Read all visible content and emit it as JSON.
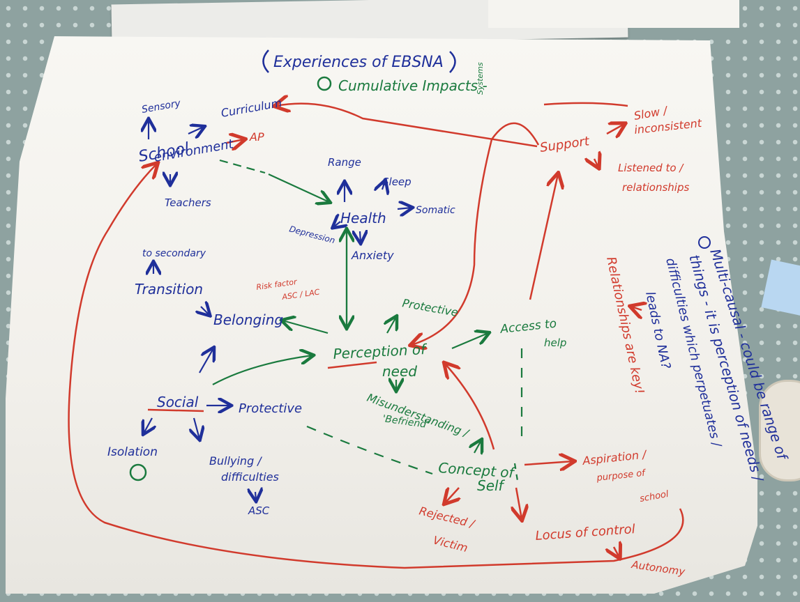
{
  "diagram": {
    "title": "Experiences of EBSNA",
    "subtitle": "Cumulative Impacts -",
    "subtitle_note": "Systems",
    "nodes": {
      "sensory": "Sensory",
      "curriculum": "Curriculum",
      "school_environment_1": "School",
      "school_environment_2": "environment",
      "ap": "AP",
      "teachers": "Teachers",
      "range": "Range",
      "sleep": "Sleep",
      "health": "Health",
      "somatic": "Somatic",
      "depression": "Depression",
      "anxiety": "Anxiety",
      "to_secondary": "to secondary",
      "transition": "Transition",
      "risk_factor_1": "Risk factor",
      "risk_factor_2": "ASC / LAC",
      "belonging": "Belonging",
      "protective_top": "Protective",
      "perception_1": "Perception of",
      "perception_2": "need",
      "access_1": "Access to",
      "access_2": "help",
      "social": "Social",
      "protective": "Protective",
      "isolation": "Isolation",
      "bullying_1": "Bullying /",
      "bullying_2": "difficulties",
      "asc": "ASC",
      "misunderstanding_1": "Misunderstanding /",
      "misunderstanding_2": "'Befriend'",
      "concept_1": "Concept of",
      "concept_2": "Self",
      "aspiration_1": "Aspiration /",
      "aspiration_2": "purpose of",
      "aspiration_3": "school",
      "rejected_1": "Rejected /",
      "rejected_2": "Victim",
      "locus": "Locus of control",
      "autonomy": "Autonomy",
      "support": "Support",
      "slow_1": "Slow /",
      "slow_2": "inconsistent",
      "listened_1": "Listened to /",
      "listened_2": "relationships"
    },
    "side_notes": {
      "relationships_key": "Relationships are key!",
      "multi_causal_1": "Multi-causal - could be range of",
      "multi_causal_2": "things - it is perception of needs /",
      "multi_causal_3": "difficulties which perpetuates /",
      "multi_causal_4": "leads to NA?"
    },
    "colors": {
      "blue": "#1f2f9a",
      "red": "#d13a2c",
      "green": "#1a7a3e"
    }
  }
}
